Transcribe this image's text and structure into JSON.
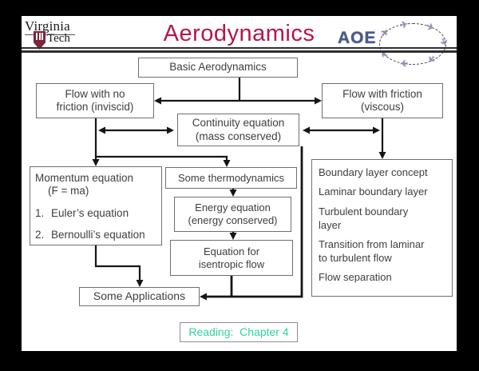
{
  "header": {
    "title": "Aerodynamics",
    "vt_logo": {
      "line1": "Virginia",
      "line2": "Tech"
    },
    "aoe_logo": {
      "text": "AOE",
      "plane_glyph": "✈"
    }
  },
  "flowchart": {
    "basic": "Basic Aerodynamics",
    "inviscid": "Flow with no\nfriction (inviscid)",
    "viscous": "Flow with friction\n(viscous)",
    "continuity": "Continuity equation\n(mass conserved)",
    "momentum": {
      "title": "Momentum equation",
      "subtitle": "(F = ma)",
      "items": [
        {
          "num": "1.",
          "text": "Euler’s equation"
        },
        {
          "num": "2.",
          "text": "Bernoulli’s equation"
        }
      ]
    },
    "thermo": "Some thermodynamics",
    "energy": "Energy equation\n(energy conserved)",
    "isentropic": "Equation for\nisentropic flow",
    "boundary": {
      "items": [
        "Boundary layer concept",
        "Laminar boundary layer",
        "Turbulent boundary\nlayer",
        "Transition from laminar\nto turbulent flow",
        "Flow separation"
      ]
    },
    "applications": "Some Applications",
    "reading": "Reading:  Chapter 4"
  },
  "colors": {
    "title_crimson": "#b5164c",
    "reading_teal": "#2ed3a0",
    "vt_maroon": "#7e2639",
    "aoe_blue": "#4a5a8a",
    "plane_purple": "#9c8ab8",
    "connector_black": "#151515",
    "box_border_gray": "#6f6f6f"
  }
}
